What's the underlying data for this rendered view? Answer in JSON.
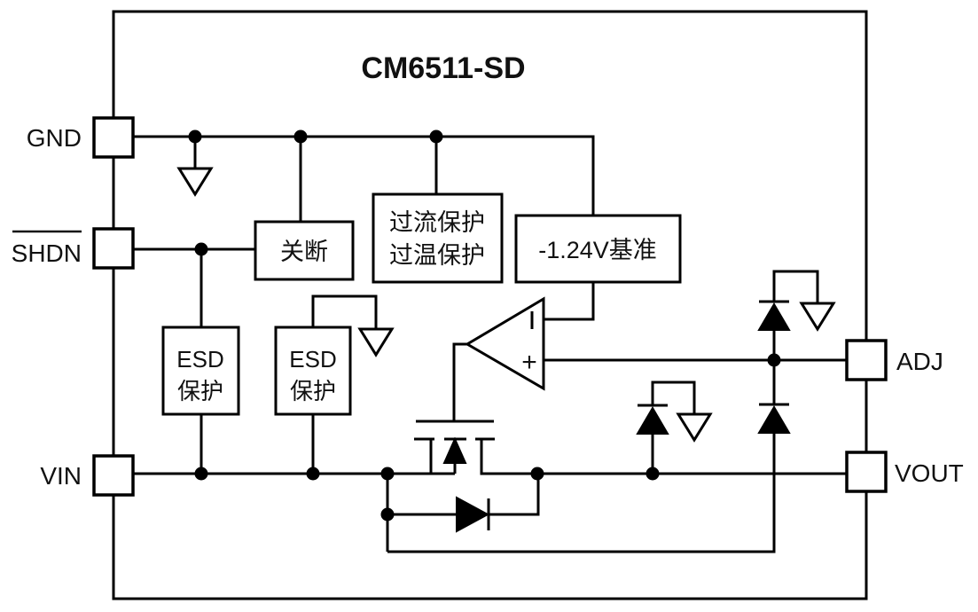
{
  "title": "CM6511-SD",
  "pins": {
    "gnd": {
      "label": "GND"
    },
    "shdn": {
      "label": "SHDN",
      "overline": true
    },
    "vin": {
      "label": "VIN"
    },
    "adj": {
      "label": "ADJ"
    },
    "vout": {
      "label": "VOUT"
    }
  },
  "blocks": {
    "shutdown": {
      "label": "关断"
    },
    "protection": {
      "line1": "过流保护",
      "line2": "过温保护"
    },
    "reference": {
      "label": "-1.24V基准"
    },
    "esd1": {
      "line1": "ESD",
      "line2": "保护"
    },
    "esd2": {
      "line1": "ESD",
      "line2": "保护"
    }
  },
  "opamp": {
    "minus_label": "−",
    "plus_label": "+"
  },
  "icons": {
    "ground_symbols": 4,
    "junction_dots": 11,
    "protection_diodes": 3,
    "body_diode": 1,
    "pass_transistor": "pmos"
  },
  "colors": {
    "background": "#ffffff",
    "stroke": "#000000",
    "text": "#111111"
  }
}
